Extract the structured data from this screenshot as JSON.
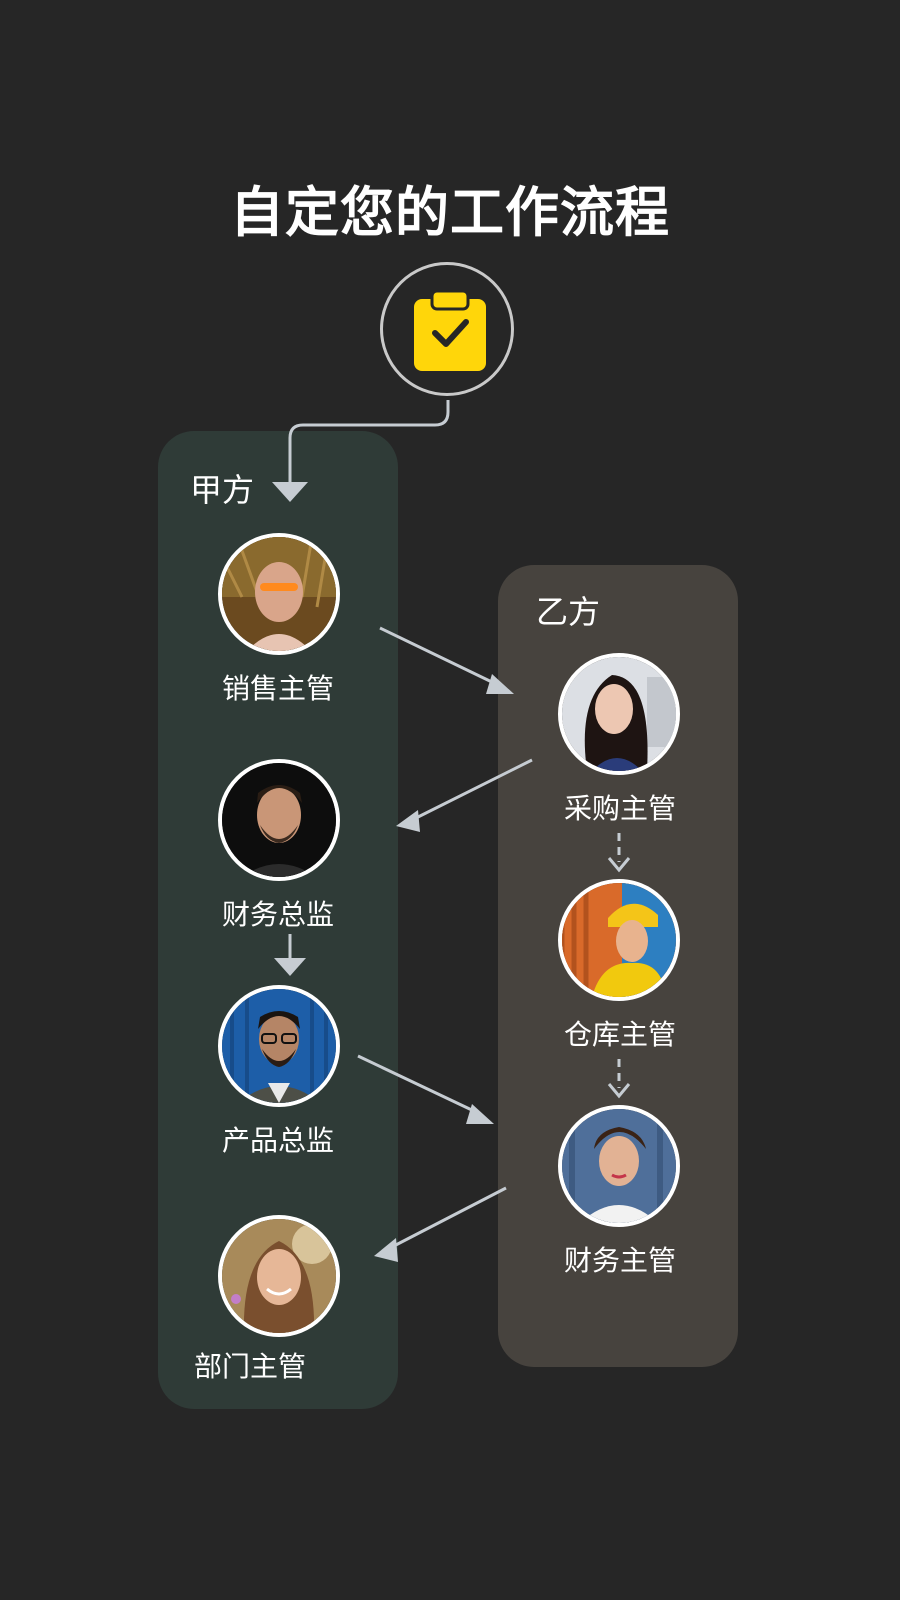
{
  "title": "自定您的工作流程",
  "start_icon": "clipboard-check-icon",
  "colors": {
    "background": "#262626",
    "panel_a": "#2f3b37",
    "panel_b": "#47433e",
    "accent_yellow": "#ffd60a",
    "arrow": "#c6ccd2"
  },
  "lanes": [
    {
      "label": "甲方",
      "roles": [
        "销售主管",
        "财务总监",
        "产品总监",
        "部门主管"
      ]
    },
    {
      "label": "乙方",
      "roles": [
        "采购主管",
        "仓库主管",
        "财务主管"
      ]
    }
  ]
}
